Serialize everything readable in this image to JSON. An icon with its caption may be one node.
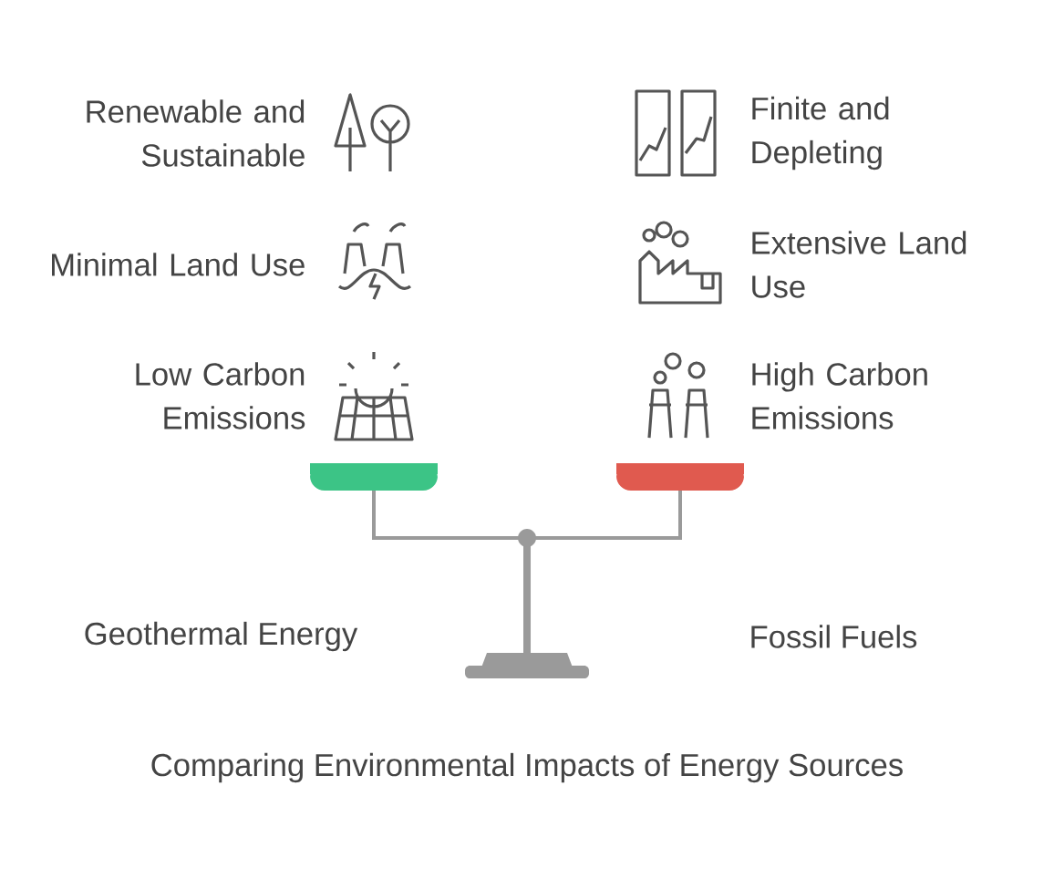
{
  "diagram": {
    "caption": "Comparing Environmental Impacts of Energy Sources",
    "labels": [
      "Renewable and Sustainable",
      "Finite and Depleting",
      "Minimal Land Use",
      "Extensive Land Use",
      "Low Carbon Emissions",
      "High Carbon Emissions",
      "Geothermal Energy",
      "Fossil Fuels"
    ]
  }
}
